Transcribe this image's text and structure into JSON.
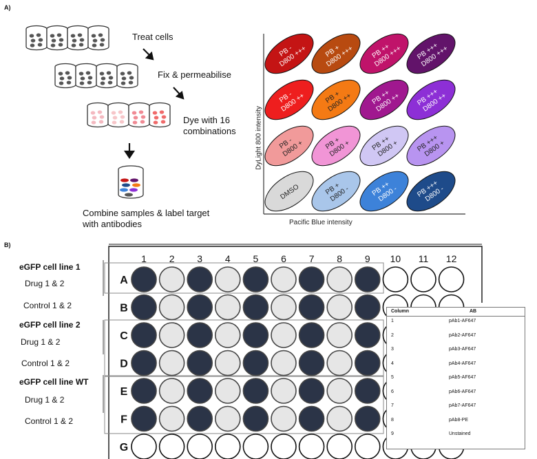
{
  "panel_a": {
    "label": "A)",
    "steps": [
      "Treat cells",
      "Fix & permeabilise",
      "Dye with 16 combinations",
      "Combine samples & label target with antibodies"
    ],
    "chart": {
      "xlabel": "Pacific Blue intensity",
      "ylabel": "DyLight 800 intensity",
      "ellipses": [
        {
          "pb": "PB -",
          "d800": "D800 +++",
          "color": "#c41414"
        },
        {
          "pb": "PB +",
          "d800": "D800 +++",
          "color": "#b84a10"
        },
        {
          "pb": "PB ++",
          "d800": "D800 +++",
          "color": "#c0136a"
        },
        {
          "pb": "PB +++",
          "d800": "D800 +++",
          "color": "#62136a"
        },
        {
          "pb": "PB -",
          "d800": "D800 ++",
          "color": "#ee1e1e"
        },
        {
          "pb": "PB +",
          "d800": "D800 ++",
          "color": "#f47a14"
        },
        {
          "pb": "PB ++",
          "d800": "D800 ++",
          "color": "#a0188f"
        },
        {
          "pb": "PB +++",
          "d800": "D800 ++",
          "color": "#8d2fd6"
        },
        {
          "pb": "PB -",
          "d800": "D800 +",
          "color": "#f19a9a"
        },
        {
          "pb": "PB +",
          "d800": "D800 +",
          "color": "#f195d6"
        },
        {
          "pb": "PB ++",
          "d800": "D800 +",
          "color": "#d0c7f4"
        },
        {
          "pb": "PB +++",
          "d800": "D800 +",
          "color": "#b894f0"
        },
        {
          "pb": "DMSO",
          "d800": "",
          "color": "#d9d9d9"
        },
        {
          "pb": "PB +",
          "d800": "D800 -",
          "color": "#a9c6ea"
        },
        {
          "pb": "PB ++",
          "d800": "D800 -",
          "color": "#3d82d9"
        },
        {
          "pb": "PB +++",
          "d800": "D800 -",
          "color": "#1e4b8a"
        }
      ]
    }
  },
  "panel_b": {
    "label": "B)",
    "columns": [
      "1",
      "2",
      "3",
      "4",
      "5",
      "6",
      "7",
      "8",
      "9",
      "10",
      "11",
      "12"
    ],
    "rows": [
      "A",
      "B",
      "C",
      "D",
      "E",
      "F",
      "G"
    ],
    "labels": [
      {
        "text": "eGFP cell line 1",
        "bold": true
      },
      {
        "text": "Drug 1 & 2",
        "bold": false
      },
      {
        "text": "Control 1 & 2",
        "bold": false
      },
      {
        "text": "eGFP cell line 2",
        "bold": true
      },
      {
        "text": "Drug 1 & 2",
        "bold": false
      },
      {
        "text": "Control 1 & 2",
        "bold": false
      },
      {
        "text": "eGFP cell line WT",
        "bold": true
      },
      {
        "text": "Drug 1 & 2",
        "bold": false
      },
      {
        "text": "Control 1 & 2",
        "bold": false
      }
    ],
    "table": {
      "headers": {
        "column": "Column",
        "ab": "AB"
      },
      "rows": [
        {
          "column": "1",
          "ab": "pAb1-AF647"
        },
        {
          "column": "2",
          "ab": "pAb2-AF647"
        },
        {
          "column": "3",
          "ab": "pAb3-AF647"
        },
        {
          "column": "4",
          "ab": "pAb4-AF647"
        },
        {
          "column": "5",
          "ab": "pAb5-AF647"
        },
        {
          "column": "6",
          "ab": "pAb6-AF647"
        },
        {
          "column": "7",
          "ab": "pAb7-AF647"
        },
        {
          "column": "8",
          "ab": "pAb8-PE"
        },
        {
          "column": "9",
          "ab": "Unstained"
        }
      ]
    }
  }
}
